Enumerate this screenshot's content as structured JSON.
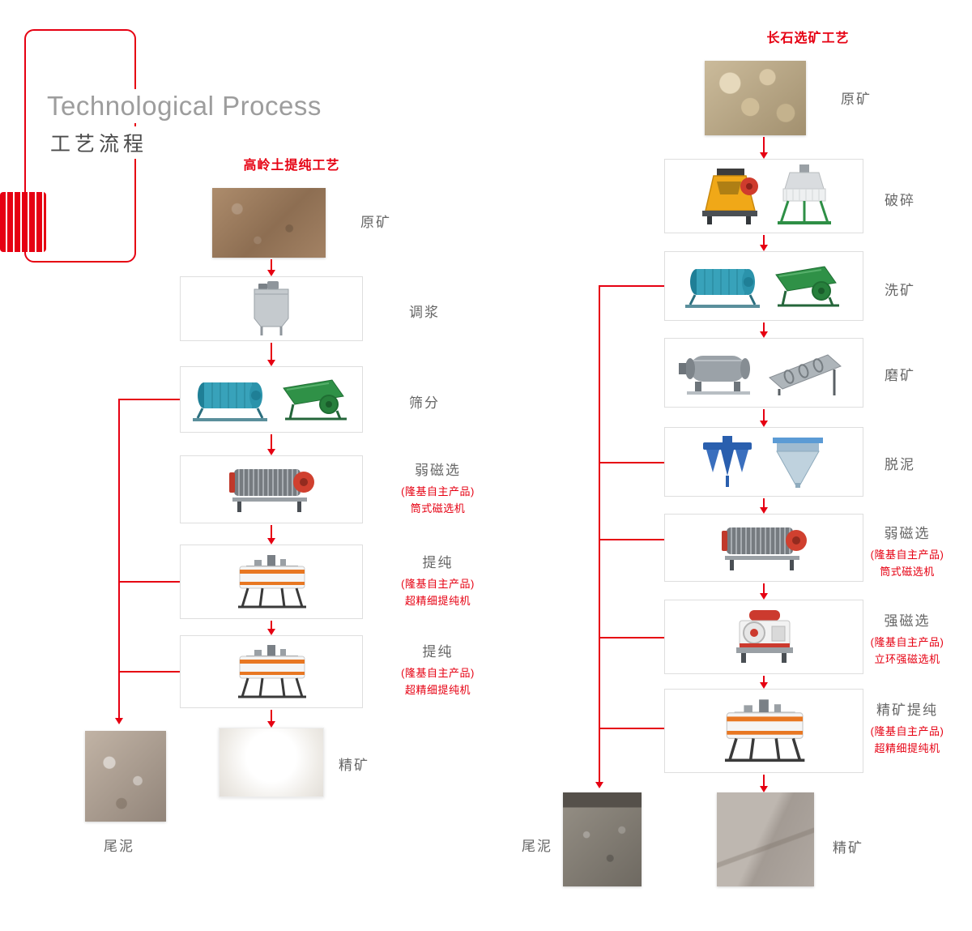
{
  "header": {
    "title_en": "Technological Process",
    "title_zh": "工艺流程"
  },
  "kaolin": {
    "title": "高岭土提纯工艺",
    "raw_ore": "原矿",
    "steps": [
      {
        "label": "调浆",
        "machine": "mixing-tank"
      },
      {
        "label": "筛分",
        "machine": "trommel-screen, vibrating-feeder"
      },
      {
        "label": "弱磁选",
        "note_product": "(隆基自主产品)",
        "note_machine": "筒式磁选机",
        "machine": "drum-magnetic-separator"
      },
      {
        "label": "提纯",
        "note_product": "(隆基自主产品)",
        "note_machine": "超精细提纯机",
        "machine": "ultrafine-purifier"
      },
      {
        "label": "提纯",
        "note_product": "(隆基自主产品)",
        "note_machine": "超精细提纯机",
        "machine": "ultrafine-purifier"
      }
    ],
    "concentrate": "精矿",
    "tailings": "尾泥"
  },
  "feldspar": {
    "title": "长石选矿工艺",
    "raw_ore": "原矿",
    "steps": [
      {
        "label": "破碎",
        "machine": "jaw-crusher, cone-crusher"
      },
      {
        "label": "洗矿",
        "machine": "trommel-washer, vibrating-feeder"
      },
      {
        "label": "磨矿",
        "machine": "ball-mill, spiral-classifier"
      },
      {
        "label": "脱泥",
        "machine": "hydrocyclone-cluster, cone-thickener"
      },
      {
        "label": "弱磁选",
        "note_product": "(隆基自主产品)",
        "note_machine": "筒式磁选机",
        "machine": "drum-magnetic-separator"
      },
      {
        "label": "强磁选",
        "note_product": "(隆基自主产品)",
        "note_machine": "立环强磁选机",
        "machine": "vertical-ring-magnetic-separator"
      },
      {
        "label": "精矿提纯",
        "note_product": "(隆基自主产品)",
        "note_machine": "超精细提纯机",
        "machine": "ultrafine-purifier"
      }
    ],
    "concentrate": "精矿",
    "tailings": "尾泥"
  },
  "colors": {
    "accent_red": "#e60012",
    "title_gray": "#9d9d9d",
    "subtitle_gray": "#4a4a4a",
    "label_gray": "#666666",
    "box_border": "#dedede"
  }
}
